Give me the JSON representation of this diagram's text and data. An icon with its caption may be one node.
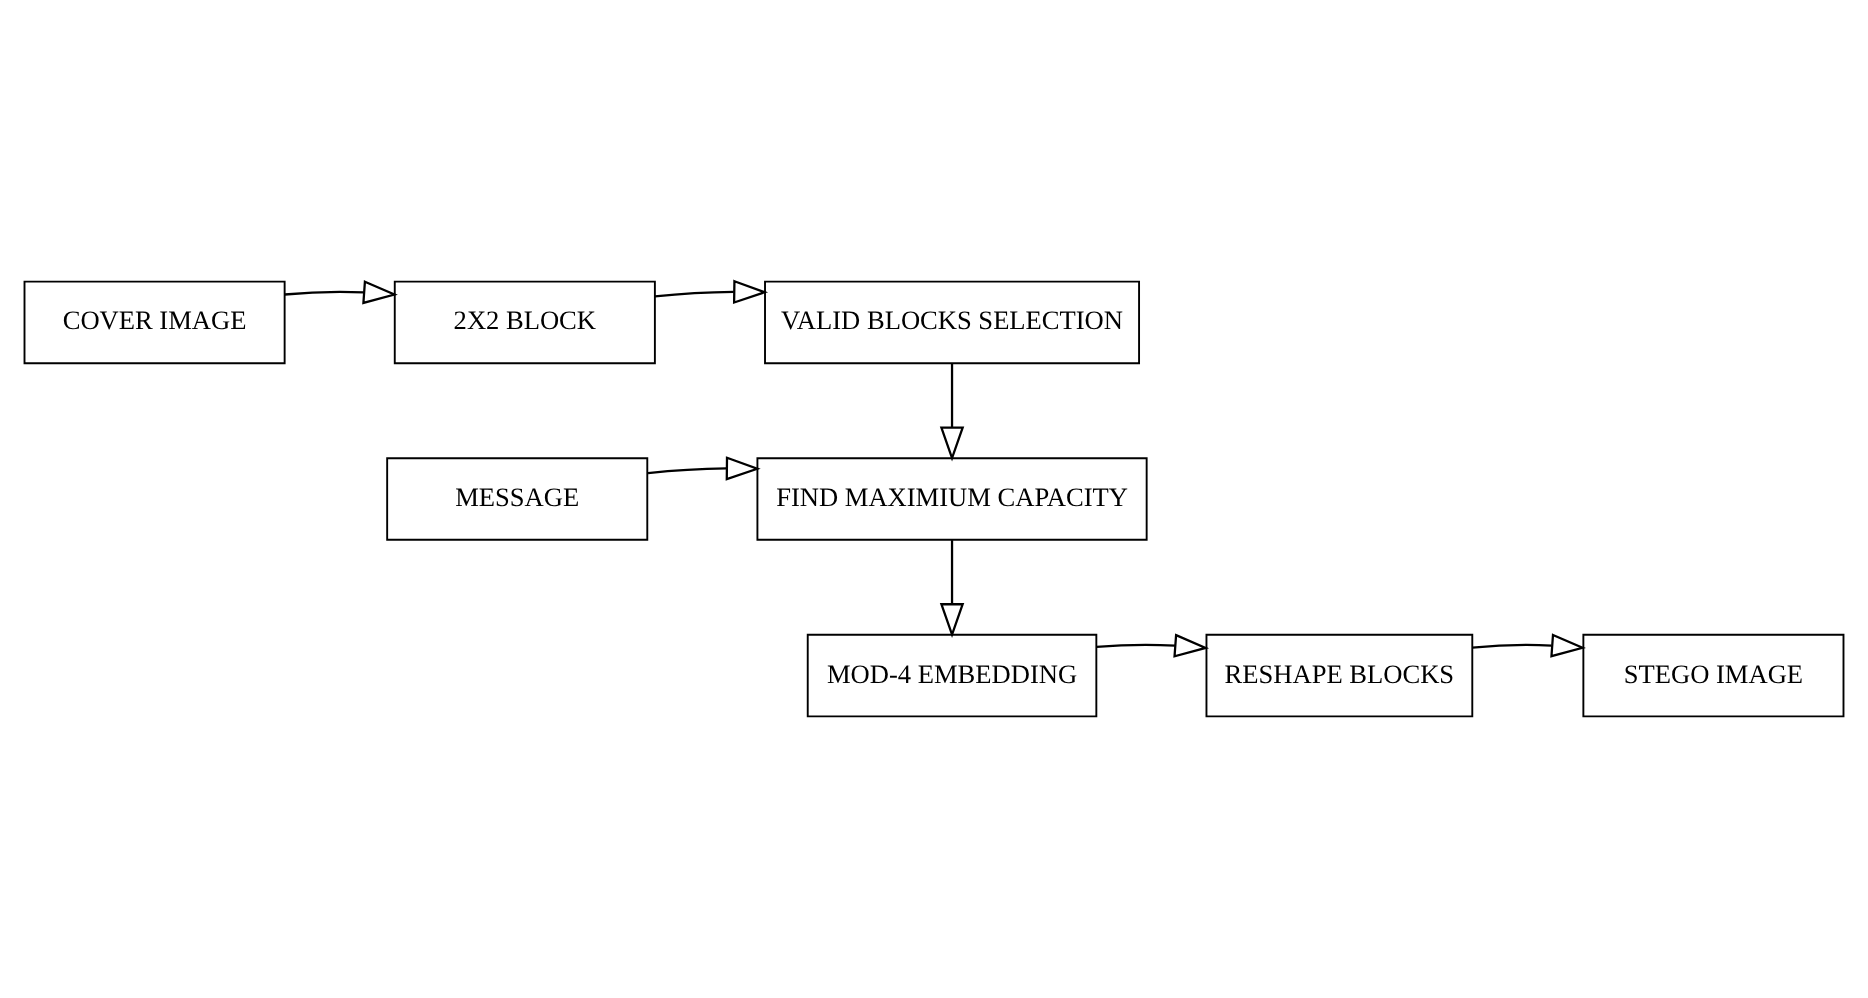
{
  "diagram": {
    "nodes": [
      {
        "text": [
          "COVER IMAGE"
        ]
      },
      {
        "text": [
          "2X2 BLOCK"
        ]
      },
      {
        "text": [
          "VALID BLOCKS SELECTION"
        ]
      },
      {
        "text": [
          "MESSAGE"
        ]
      },
      {
        "text": [
          "FIND MAXIMIUM CAPACITY"
        ]
      },
      {
        "text": [
          "MOD-4 EMBEDDING"
        ]
      },
      {
        "text": [
          "RESHAPE BLOCKS"
        ]
      },
      {
        "text": [
          "STEGO IMAGE"
        ]
      }
    ],
    "edges": [
      {
        "from": 0,
        "to": 1,
        "arrow": "to"
      },
      {
        "from": 1,
        "to": 2,
        "arrow": "to"
      },
      {
        "from": 2,
        "to": 4,
        "arrow": "to"
      },
      {
        "from": 3,
        "to": 4,
        "arrow": "to"
      },
      {
        "from": 4,
        "to": 5,
        "arrow": "to"
      },
      {
        "from": 5,
        "to": 6,
        "arrow": "to"
      },
      {
        "from": 6,
        "to": 7,
        "arrow": "to"
      }
    ]
  }
}
